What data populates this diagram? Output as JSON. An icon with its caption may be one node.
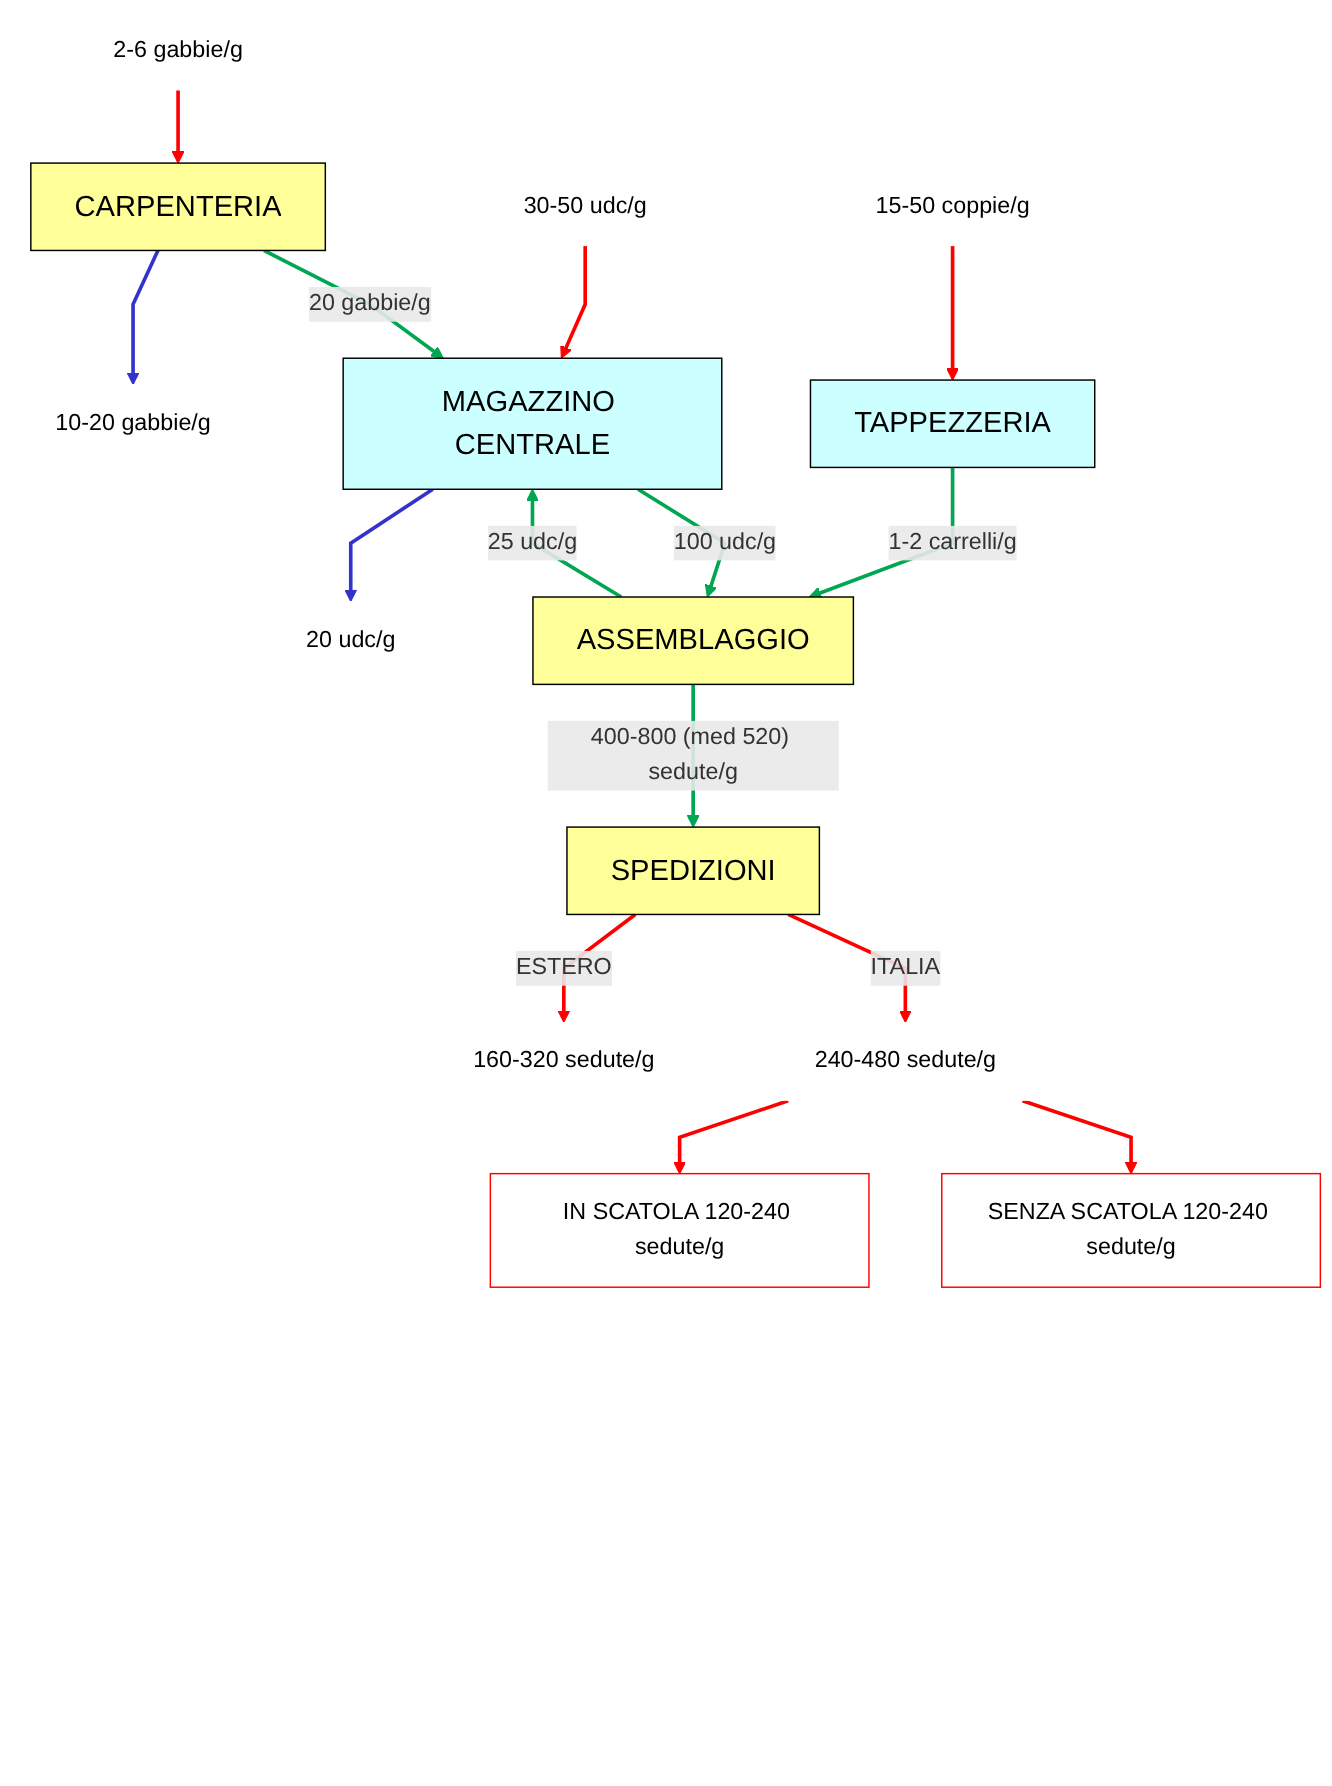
{
  "diagram": {
    "nodes": [
      {
        "text": [
          "10-20 gabbie/g"
        ]
      },
      {
        "text": [
          "2-6 gabbie/g"
        ]
      },
      {
        "text": [
          "20 udc/g"
        ]
      },
      {
        "text": [
          "30-50 udc/g"
        ]
      },
      {
        "text": [
          "15-50 coppie/g"
        ]
      },
      {
        "text": [
          "CARPENTERIA"
        ]
      },
      {
        "text": [
          "TAPPEZZERIA"
        ]
      },
      {
        "text": [
          "MAGAZZINO CENTRALE"
        ]
      },
      {
        "text": [
          "ASSEMBLAGGIO"
        ]
      },
      {
        "text": [
          "SPEDIZIONI"
        ]
      },
      {
        "text": [
          "160-320 sedute/g"
        ]
      },
      {
        "text": [
          "240-480 sedute/g"
        ]
      },
      {
        "text": [
          "IN SCATOLA 120-240 sedute/g"
        ]
      },
      {
        "text": [
          "SENZA SCATOLA 120-240 sedute/g"
        ]
      }
    ],
    "edges": [
      {
        "from": 5,
        "to": 0,
        "arrow": "to",
        "color": "#3333cc"
      },
      {
        "from": 1,
        "to": 5,
        "arrow": "to",
        "color": "#ff0000"
      },
      {
        "from": 7,
        "to": 2,
        "arrow": "to",
        "color": "#3333cc"
      },
      {
        "from": 3,
        "to": 7,
        "arrow": "to",
        "color": "#ff0000"
      },
      {
        "from": 4,
        "to": 6,
        "arrow": "to",
        "color": "#ff0000"
      },
      {
        "from": 5,
        "to": 7,
        "arrow": "to",
        "label": "20 gabbie/g",
        "color": "#00a651"
      },
      {
        "from": 6,
        "to": 8,
        "arrow": "to",
        "label": "1-2 carrelli/g",
        "color": "#00a651"
      },
      {
        "from": 8,
        "to": 7,
        "arrow": "to",
        "label": "25 udc/g",
        "color": "#00a651"
      },
      {
        "from": 7,
        "to": 8,
        "arrow": "to",
        "label": "100 udc/g",
        "color": "#00a651"
      },
      {
        "from": 8,
        "to": 9,
        "arrow": "to",
        "label": "400-800 (med 520) sedute/g",
        "color": "#00a651"
      },
      {
        "from": 9,
        "to": 10,
        "arrow": "to",
        "label": "ESTERO",
        "color": "#ff0000"
      },
      {
        "from": 9,
        "to": 11,
        "arrow": "to",
        "label": "ITALIA",
        "color": "#ff0000"
      },
      {
        "from": 11,
        "to": 12,
        "arrow": "to",
        "color": "#ff0000"
      },
      {
        "from": 11,
        "to": 13,
        "arrow": "to",
        "color": "#ff0000"
      }
    ]
  }
}
